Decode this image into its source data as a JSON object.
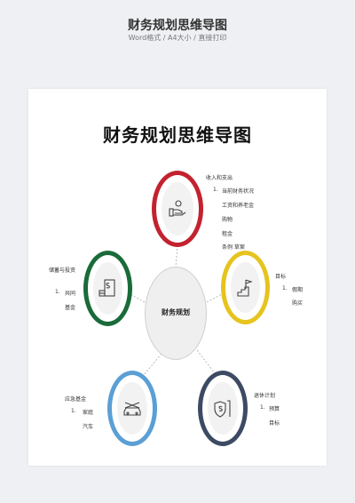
{
  "header": {
    "title": "财务规划思维导图",
    "subtitle": "Word格式 / A4大小 / 直接打印"
  },
  "document": {
    "title": "财务规划思维导图"
  },
  "center": {
    "label": "财务规划"
  },
  "branches": {
    "income": {
      "title": "收入和支出",
      "items": [
        "1.",
        "当前财务状况",
        "工资和养老金",
        "购物",
        "租金",
        "条例  草案"
      ],
      "color": "#c3222f",
      "icon": "hand-coin-icon"
    },
    "goals": {
      "title": "目标",
      "items": [
        "1.",
        "假期",
        "购买"
      ],
      "color": "#e6c31e",
      "icon": "goal-flag-icon"
    },
    "retire": {
      "title": "退休计划",
      "items": [
        "1.",
        "预算",
        "目标"
      ],
      "color": "#3d4a64",
      "icon": "shield-dollar-icon"
    },
    "emergency": {
      "title": "应急基金",
      "items": [
        "1.",
        "家庭",
        "汽车"
      ],
      "color": "#5b9fd4",
      "icon": "car-tools-icon"
    },
    "savings": {
      "title": "储蓄与投资",
      "items": [
        "1.",
        "共同",
        "基金"
      ],
      "color": "#1a6b3a",
      "icon": "money-stack-icon"
    }
  }
}
